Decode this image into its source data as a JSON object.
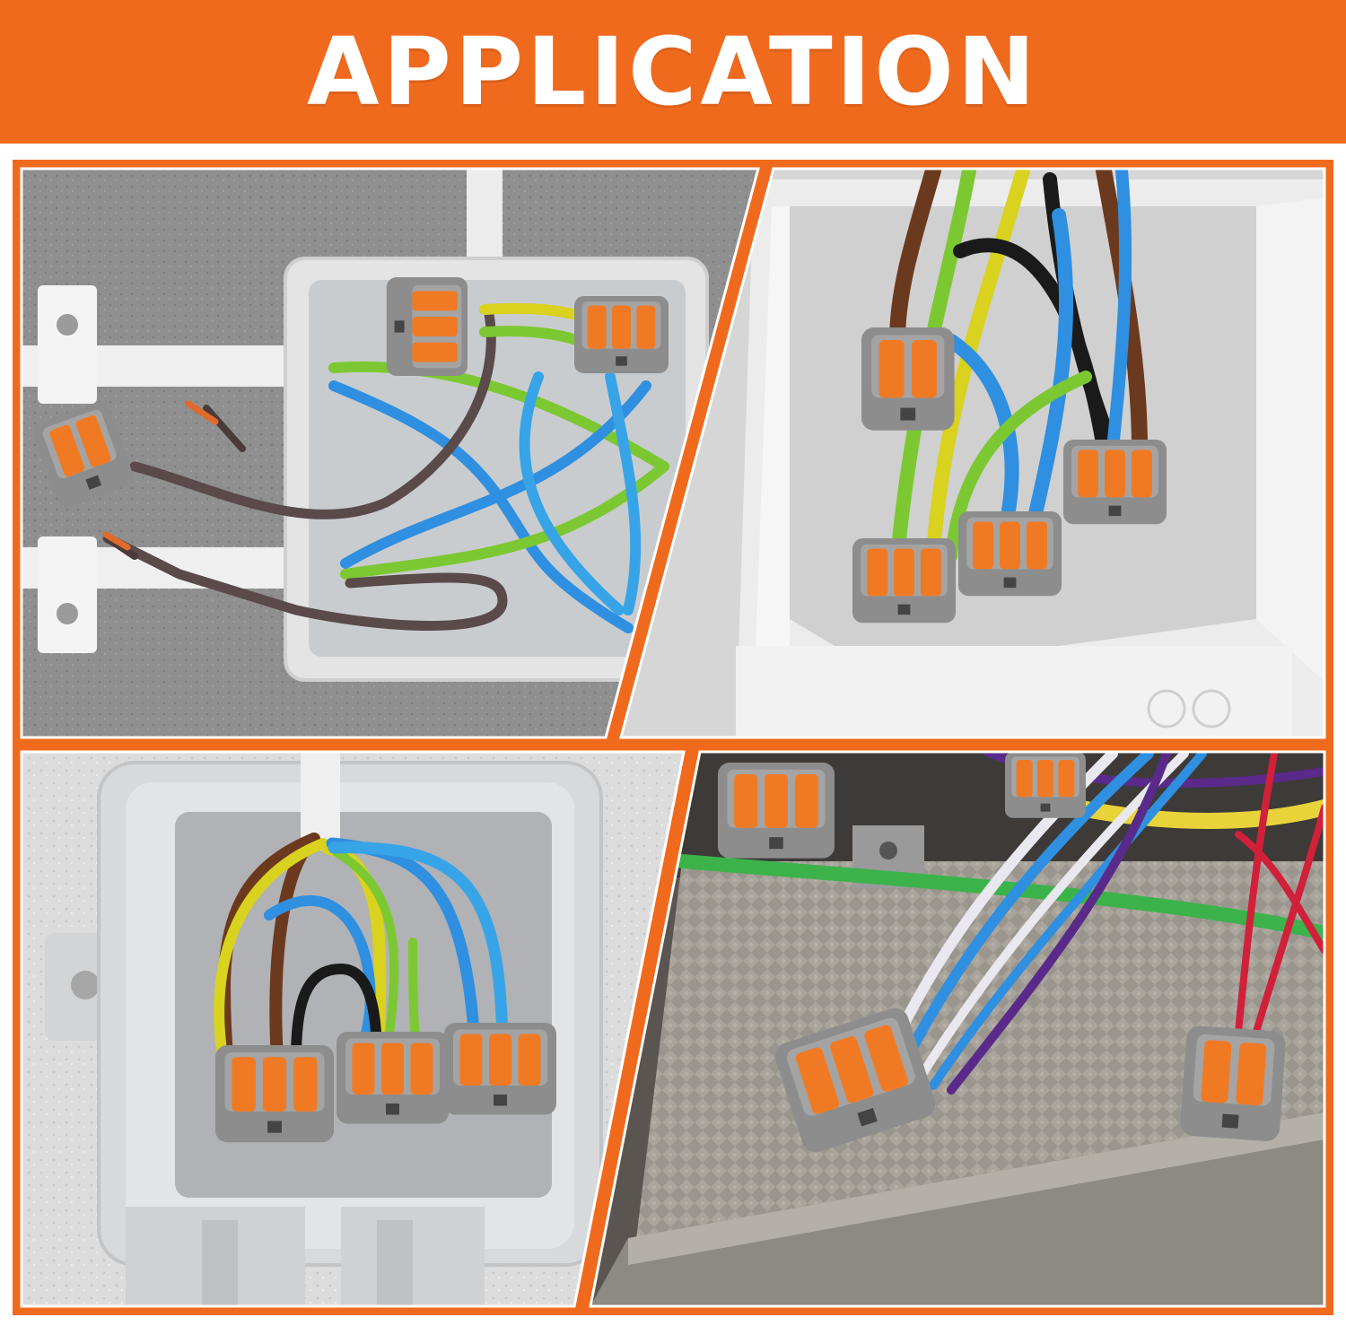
{
  "banner": {
    "title": "APPLICATION",
    "background": "#f06a1d",
    "text_color": "#ffffff"
  },
  "colors": {
    "frame": "#f06a1d",
    "connector_body": "#8d8d8d",
    "connector_lever": "#f07a24",
    "wire_blue": "#2f8fe0",
    "wire_green": "#7cc832",
    "wire_yellow": "#d9d21e",
    "wire_brown": "#6b3a1e",
    "wire_black": "#1a1a1a",
    "wire_purple": "#5a2a8a",
    "wire_red": "#d1203a",
    "wire_white": "#e8e8ee"
  },
  "panels": [
    {
      "id": "wall-junction-box-open"
    },
    {
      "id": "white-box-connectors"
    },
    {
      "id": "grey-junction-box"
    },
    {
      "id": "cable-tray-connectors"
    }
  ]
}
